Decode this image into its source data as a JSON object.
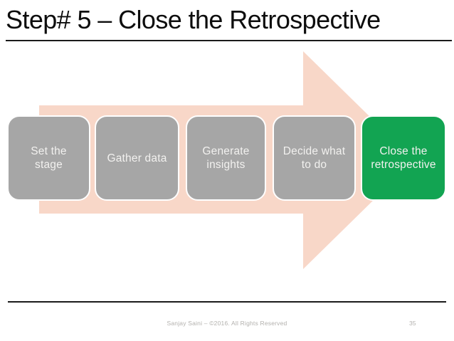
{
  "slide": {
    "title": "Step# 5 – Close the Retrospective",
    "footer_text": "Sanjay Saini – ©2016. All Rights Reserved",
    "slide_number": "35"
  },
  "process_arrow": {
    "type": "right-block-arrow",
    "steps": [
      {
        "label": "Set the stage",
        "lines": [
          "Set the",
          "stage"
        ],
        "highlighted": false
      },
      {
        "label": "Gather data",
        "lines": [
          "Gather data"
        ],
        "highlighted": false
      },
      {
        "label": "Generate insights",
        "lines": [
          "Generate",
          "insights"
        ],
        "highlighted": false
      },
      {
        "label": "Decide what to do",
        "lines": [
          "Decide what",
          "to do"
        ],
        "highlighted": false
      },
      {
        "label": "Close the retrospective",
        "lines": [
          "Close the",
          "retrospective"
        ],
        "highlighted": true
      }
    ]
  },
  "colors": {
    "arrow_fill": "#f8d7c8",
    "step_fill": "#a6a6a6",
    "step_highlight_fill": "#12a452",
    "step_text": "#f2f1ef",
    "title_text": "#0d0d0d",
    "rule": "#1a1a1a",
    "footer_text": "#b3b1ae"
  }
}
